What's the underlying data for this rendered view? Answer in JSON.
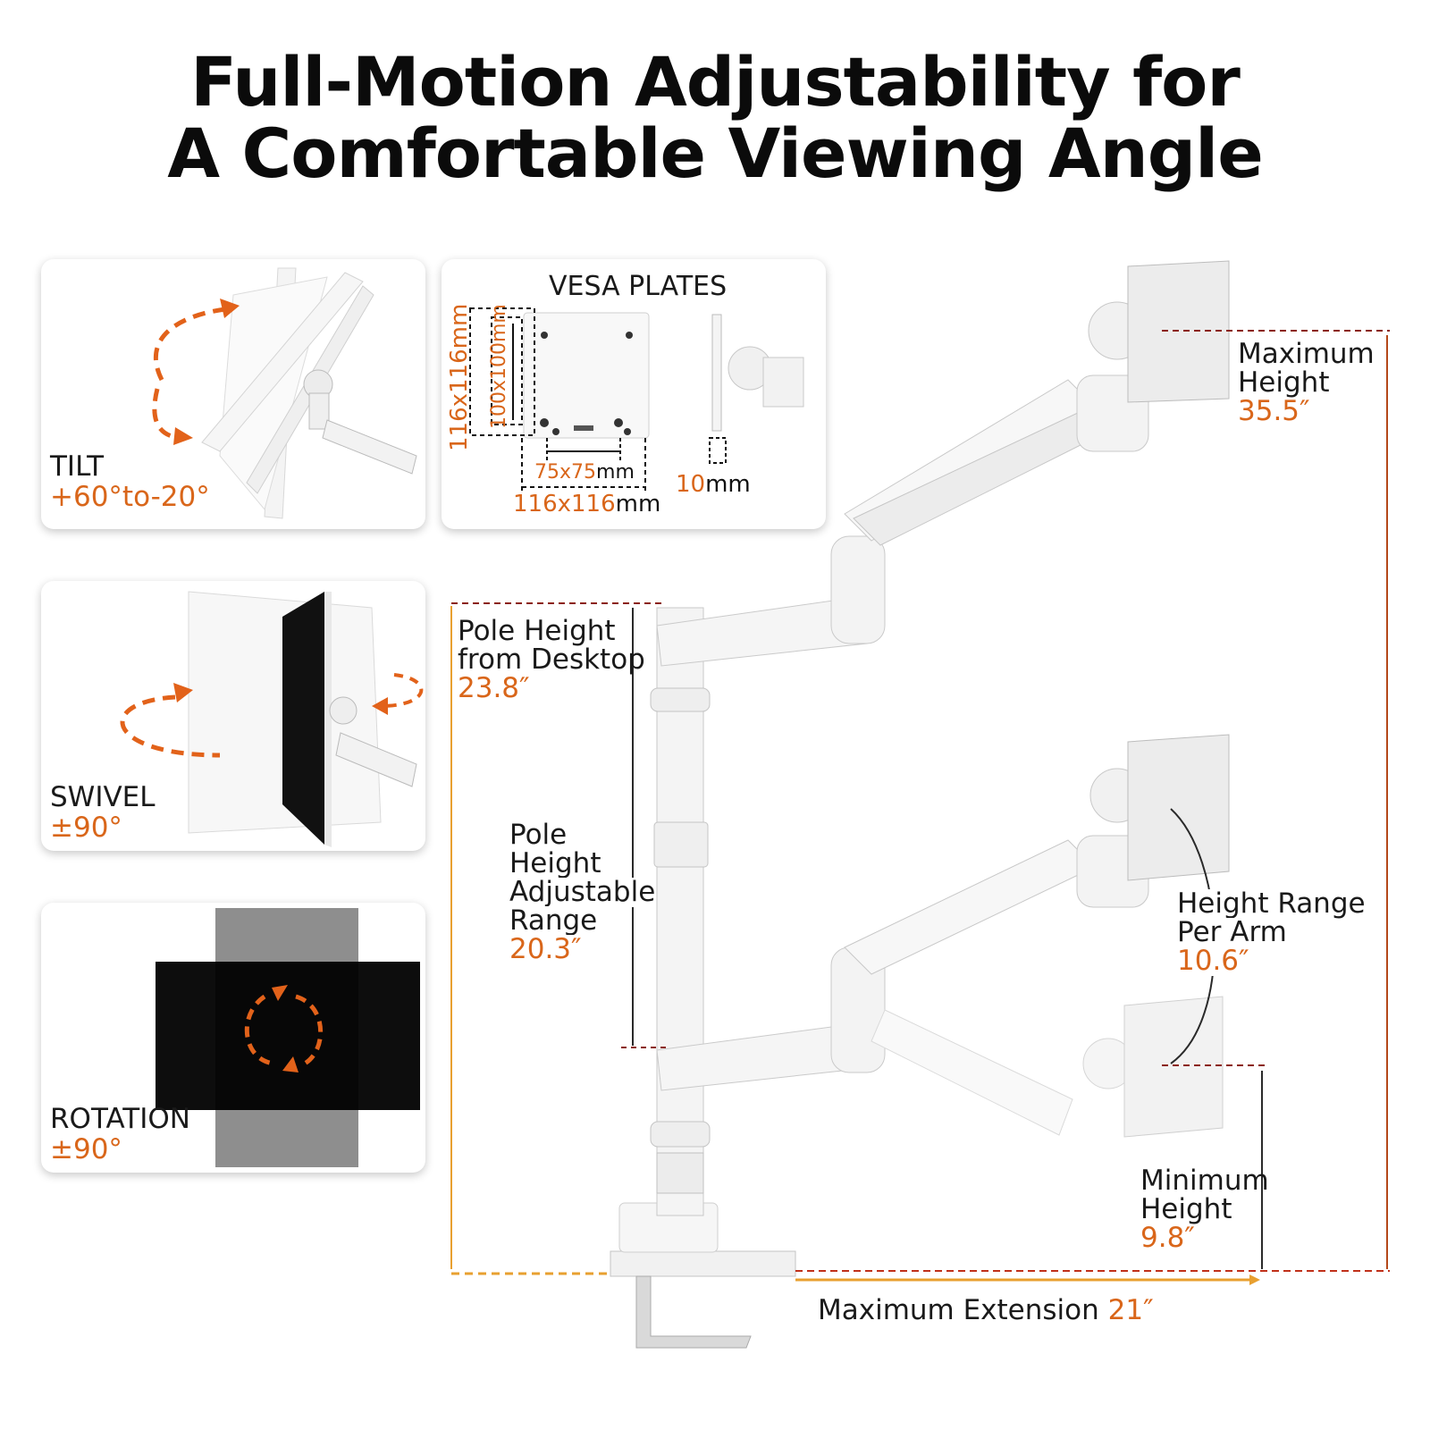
{
  "title": {
    "line1": "Full-Motion Adjustability for",
    "line2": "A Comfortable Viewing Angle"
  },
  "cards": {
    "tilt": {
      "label": "TILT",
      "value": "+60°to-20°"
    },
    "swivel": {
      "label": "SWIVEL",
      "value": "±90°"
    },
    "rotation": {
      "label": "ROTATION",
      "value": "±90°"
    },
    "vesa": {
      "title": "VESA PLATES",
      "v_outer": "116x116mm",
      "v_inner": "100x100mm",
      "h_inner_num": "75x75",
      "h_inner_unit": "mm",
      "h_outer_num": "116x116",
      "h_outer_unit": "mm",
      "depth_num": "10",
      "depth_unit": "mm"
    }
  },
  "specs": {
    "max_height": {
      "line1": "Maximum",
      "line2": "Height",
      "value": "35.5″"
    },
    "pole_height": {
      "line1": "Pole Height",
      "line2": "from Desktop",
      "value": "23.8″"
    },
    "pole_range": {
      "line1": "Pole",
      "line2": "Height",
      "line3": "Adjustable",
      "line4": "Range",
      "value": "20.3″"
    },
    "height_range": {
      "line1": "Height Range",
      "line2": "Per Arm",
      "value": "10.6″"
    },
    "min_height": {
      "line1": "Minimum",
      "line2": "Height",
      "value": "9.8″"
    },
    "max_extension": {
      "label": "Maximum Extension",
      "value": "21″"
    }
  },
  "colors": {
    "accent": "#d9661a",
    "accent_light": "#f0a53a",
    "dark_red": "#8b1a10"
  }
}
